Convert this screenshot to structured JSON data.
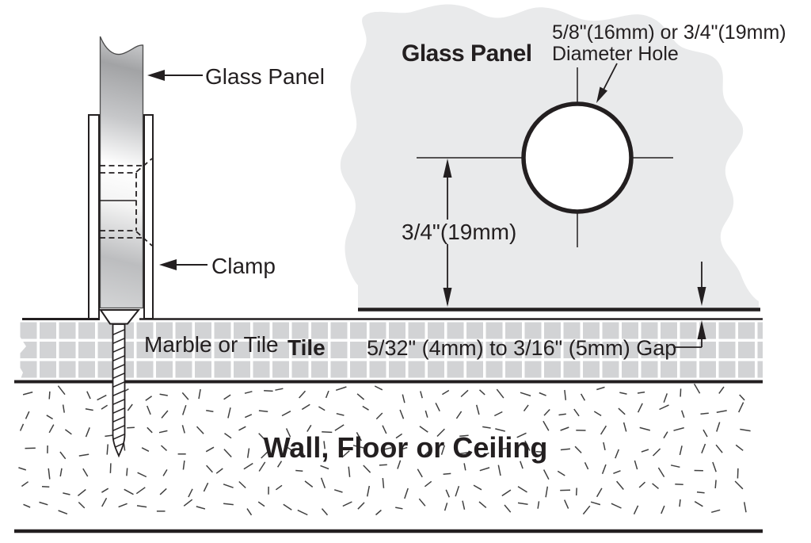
{
  "left_view": {
    "glass_panel_label": "Glass Panel",
    "clamp_label": "Clamp",
    "marble_or_tile_label": "Marble or Tile"
  },
  "right_view": {
    "heading": "Glass Panel",
    "hole_note_line1": "5/8\"(16mm) or 3/4\"(19mm)",
    "hole_note_line2": "Diameter Hole",
    "hole_center_dimension": "3/4\"(19mm)",
    "tile_label": "Tile",
    "gap_note": "5/32\" (4mm) to 3/16\" (5mm) Gap"
  },
  "base_label": "Wall, Floor or Ceiling",
  "colors": {
    "line": "#231f20",
    "glass_panel_fill": "#e9eaeb",
    "tile_fill": "#d2d3d5",
    "grout": "#ffffff",
    "background": "#ffffff"
  }
}
